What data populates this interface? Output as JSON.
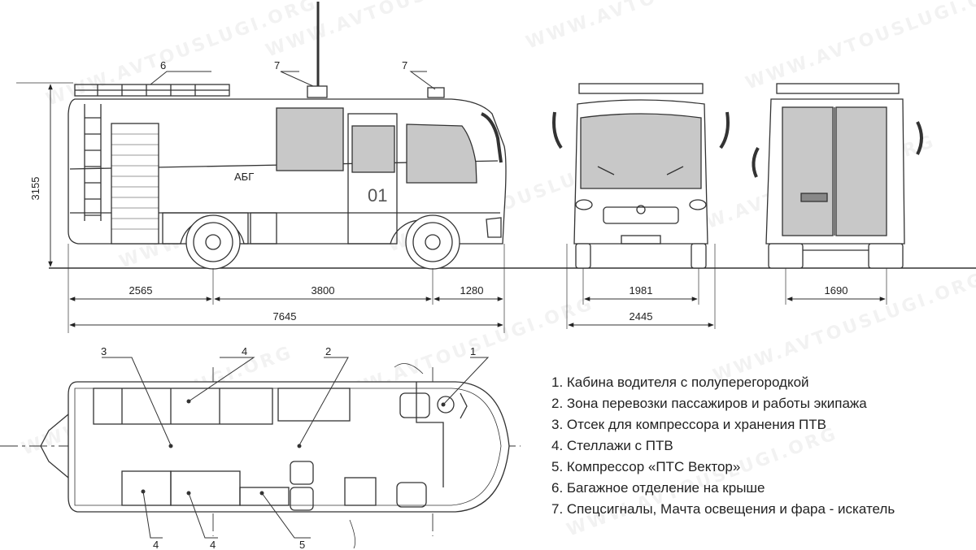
{
  "dimensions": {
    "height": "3155",
    "front_overhang": "2565",
    "wheelbase": "3800",
    "rear_overhang": "1280",
    "overall_length": "7645",
    "front_track": "1981",
    "overall_width": "2445",
    "rear_track": "1690"
  },
  "side_view": {
    "callouts": [
      "6",
      "7",
      "7"
    ],
    "body_mark": "АБГ",
    "unit_number": "01"
  },
  "plan_view": {
    "callouts": [
      "3",
      "4",
      "2",
      "1",
      "4",
      "4",
      "5"
    ]
  },
  "legend": [
    "1. Кабина водителя с полуперегородкой",
    "2. Зона перевозки пассажиров и работы экипажа",
    "3. Отсек для компрессора и хранения ПТВ",
    "4. Стеллажи с ПТВ",
    "5. Компрессор «ПТС Вектор»",
    "6. Багажное отделение на крыше",
    "7. Спецсигналы, Мачта освещения и фара - искатель"
  ],
  "watermark": "WWW.AVTOUSLUGI.ORG",
  "colors": {
    "line": "#333333",
    "glass": "#c8c8c8",
    "fill": "#ffffff"
  }
}
